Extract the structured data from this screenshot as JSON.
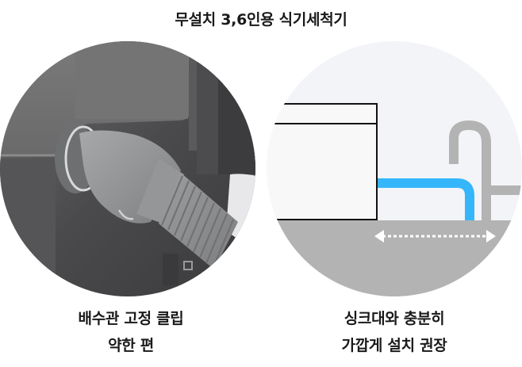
{
  "title": "무설치 3,6인용 식기세척기",
  "panels": [
    {
      "id": "left",
      "image": "drain-hose-clip-photo",
      "caption_lines": [
        "배수관 고정 클립",
        "약한 편"
      ]
    },
    {
      "id": "right",
      "image": "sink-placement-diagram",
      "caption_lines": [
        "싱크대와 충분히",
        "가깝게 설치 권장"
      ]
    }
  ],
  "colors": {
    "text": "#1a1a1a",
    "diagram_bg": "#f3f4f8",
    "floor": "#b3b3b3",
    "hose": "#35b6fb",
    "faucet": "#b3b3b3",
    "dishwasher_fill": "#f8f8f9",
    "dishwasher_stroke": "#111111",
    "arrow": "#ffffff"
  }
}
